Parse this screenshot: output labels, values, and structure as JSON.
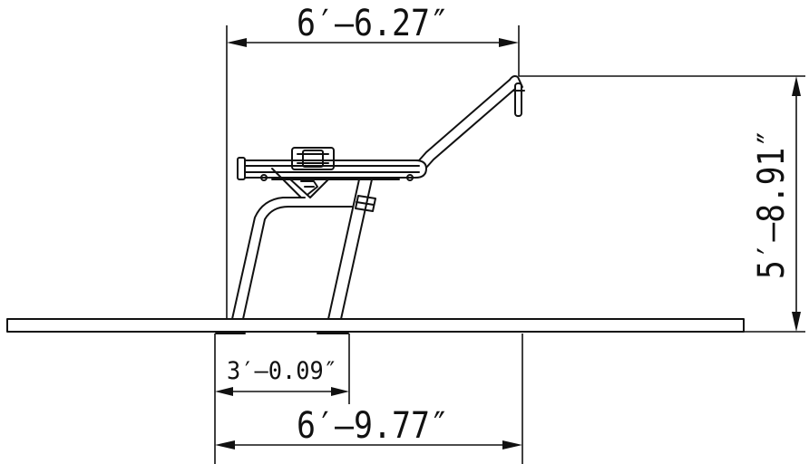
{
  "dimensions": {
    "top_width": "6′–6.27″",
    "height": "5′–8.91″",
    "base_depth": "3′–0.09″",
    "overall_width": "6′–9.77″"
  }
}
